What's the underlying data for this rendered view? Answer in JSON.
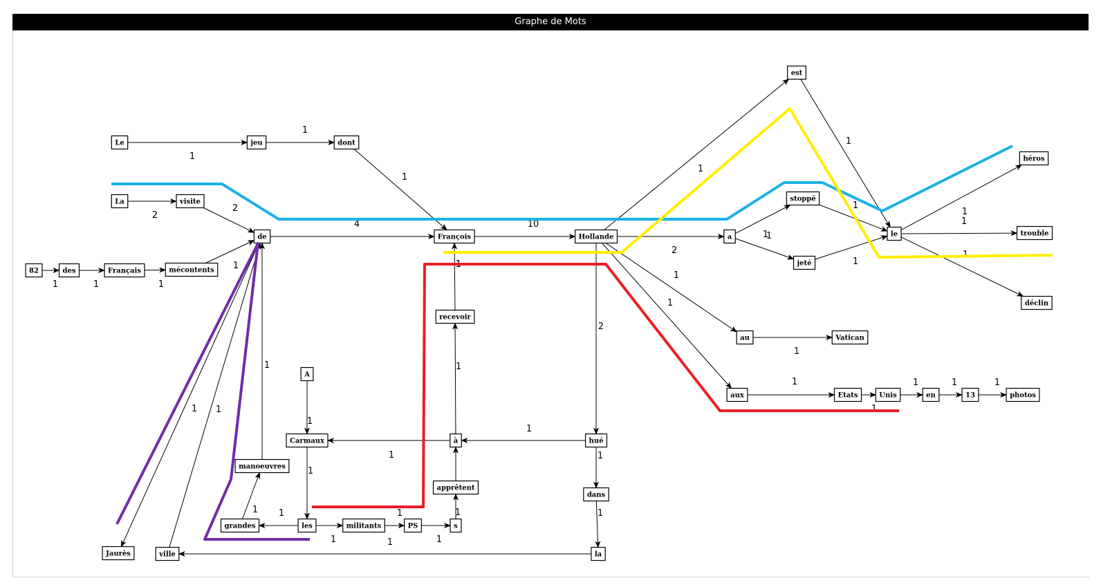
{
  "window": {
    "title": "Graphe de Mots"
  },
  "colors": {
    "blue": "#1ab1e4",
    "yellow": "#ffee00",
    "red": "#ee1c24",
    "purple": "#6f2da8"
  },
  "nodes": [
    {
      "id": "le_top",
      "label": "Le"
    },
    {
      "id": "jeu",
      "label": "jeu"
    },
    {
      "id": "dont",
      "label": "dont"
    },
    {
      "id": "la_top",
      "label": "La"
    },
    {
      "id": "visite",
      "label": "visite"
    },
    {
      "id": "n82",
      "label": "82"
    },
    {
      "id": "des",
      "label": "des"
    },
    {
      "id": "francais",
      "label": "Français"
    },
    {
      "id": "mecontents",
      "label": "mécontents"
    },
    {
      "id": "de",
      "label": "de"
    },
    {
      "id": "francois",
      "label": "François"
    },
    {
      "id": "hollande",
      "label": "Hollande"
    },
    {
      "id": "a_small",
      "label": "a"
    },
    {
      "id": "est",
      "label": "est"
    },
    {
      "id": "stoppe",
      "label": "stoppé"
    },
    {
      "id": "jete",
      "label": "jeté"
    },
    {
      "id": "le_r",
      "label": "le"
    },
    {
      "id": "heros",
      "label": "héros"
    },
    {
      "id": "trouble",
      "label": "trouble"
    },
    {
      "id": "declin",
      "label": "déclin"
    },
    {
      "id": "au",
      "label": "au"
    },
    {
      "id": "vatican",
      "label": "Vatican"
    },
    {
      "id": "aux",
      "label": "aux"
    },
    {
      "id": "etats",
      "label": "Etats"
    },
    {
      "id": "unis",
      "label": "Unis"
    },
    {
      "id": "en",
      "label": "en"
    },
    {
      "id": "n13",
      "label": "13"
    },
    {
      "id": "photos",
      "label": "photos"
    },
    {
      "id": "recevoir",
      "label": "recevoir"
    },
    {
      "id": "a_cap",
      "label": "A"
    },
    {
      "id": "carmaux",
      "label": "Carmaux"
    },
    {
      "id": "a_grave",
      "label": "à"
    },
    {
      "id": "hue",
      "label": "hué"
    },
    {
      "id": "dans",
      "label": "dans"
    },
    {
      "id": "la_bot",
      "label": "la"
    },
    {
      "id": "manoeuvres",
      "label": "manoeuvres"
    },
    {
      "id": "grandes",
      "label": "grandes"
    },
    {
      "id": "les",
      "label": "les"
    },
    {
      "id": "militants",
      "label": "militants"
    },
    {
      "id": "ps",
      "label": "PS"
    },
    {
      "id": "s",
      "label": "s"
    },
    {
      "id": "appretent",
      "label": "apprêtent"
    },
    {
      "id": "jaures",
      "label": "Jaurès"
    },
    {
      "id": "ville",
      "label": "ville"
    }
  ],
  "edges": [
    {
      "from": "le_top",
      "to": "jeu",
      "weight": "1"
    },
    {
      "from": "jeu",
      "to": "dont",
      "weight": "1"
    },
    {
      "from": "dont",
      "to": "francois",
      "weight": "1"
    },
    {
      "from": "la_top",
      "to": "visite",
      "weight": "2"
    },
    {
      "from": "visite",
      "to": "de",
      "weight": "2"
    },
    {
      "from": "n82",
      "to": "des",
      "weight": "1"
    },
    {
      "from": "des",
      "to": "francais",
      "weight": "1"
    },
    {
      "from": "francais",
      "to": "mecontents",
      "weight": "1"
    },
    {
      "from": "mecontents",
      "to": "de",
      "weight": "1"
    },
    {
      "from": "de",
      "to": "francois",
      "weight": "4"
    },
    {
      "from": "francois",
      "to": "hollande",
      "weight": "10"
    },
    {
      "from": "hollande",
      "to": "est",
      "weight": "1"
    },
    {
      "from": "hollande",
      "to": "a_small",
      "weight": "2"
    },
    {
      "from": "hollande",
      "to": "au",
      "weight": "1"
    },
    {
      "from": "hollande",
      "to": "aux",
      "weight": "1"
    },
    {
      "from": "hollande",
      "to": "hue",
      "weight": "2"
    },
    {
      "from": "est",
      "to": "le_r",
      "weight": "1"
    },
    {
      "from": "a_small",
      "to": "stoppe",
      "weight": "1"
    },
    {
      "from": "a_small",
      "to": "jete",
      "weight": "1"
    },
    {
      "from": "stoppe",
      "to": "le_r",
      "weight": "1"
    },
    {
      "from": "jete",
      "to": "le_r",
      "weight": "1"
    },
    {
      "from": "le_r",
      "to": "heros",
      "weight": "1"
    },
    {
      "from": "le_r",
      "to": "trouble",
      "weight": "1"
    },
    {
      "from": "le_r",
      "to": "declin",
      "weight": "1"
    },
    {
      "from": "au",
      "to": "vatican",
      "weight": "1"
    },
    {
      "from": "aux",
      "to": "etats",
      "weight": "1"
    },
    {
      "from": "etats",
      "to": "unis",
      "weight": "1"
    },
    {
      "from": "unis",
      "to": "en",
      "weight": "1"
    },
    {
      "from": "en",
      "to": "n13",
      "weight": "1"
    },
    {
      "from": "n13",
      "to": "photos",
      "weight": "1"
    },
    {
      "from": "recevoir",
      "to": "francois",
      "weight": "1"
    },
    {
      "from": "a_grave",
      "to": "recevoir",
      "weight": "1"
    },
    {
      "from": "hue",
      "to": "a_grave",
      "weight": "1"
    },
    {
      "from": "a_grave",
      "to": "carmaux",
      "weight": "1"
    },
    {
      "from": "a_cap",
      "to": "carmaux",
      "weight": "1"
    },
    {
      "from": "carmaux",
      "to": "les",
      "weight": "1"
    },
    {
      "from": "hue",
      "to": "dans",
      "weight": "1"
    },
    {
      "from": "dans",
      "to": "la_bot",
      "weight": "1"
    },
    {
      "from": "la_bot",
      "to": "ville",
      "weight": "1"
    },
    {
      "from": "ville",
      "to": "de",
      "weight": "1"
    },
    {
      "from": "de",
      "to": "jaures",
      "weight": "1"
    },
    {
      "from": "manoeuvres",
      "to": "de",
      "weight": "1"
    },
    {
      "from": "grandes",
      "to": "manoeuvres",
      "weight": "1"
    },
    {
      "from": "les",
      "to": "grandes",
      "weight": "1"
    },
    {
      "from": "les",
      "to": "militants",
      "weight": "1"
    },
    {
      "from": "militants",
      "to": "ps",
      "weight": "1"
    },
    {
      "from": "ps",
      "to": "s",
      "weight": "1"
    },
    {
      "from": "s",
      "to": "appretent",
      "weight": "1"
    },
    {
      "from": "appretent",
      "to": "a_grave",
      "weight": "1"
    }
  ]
}
